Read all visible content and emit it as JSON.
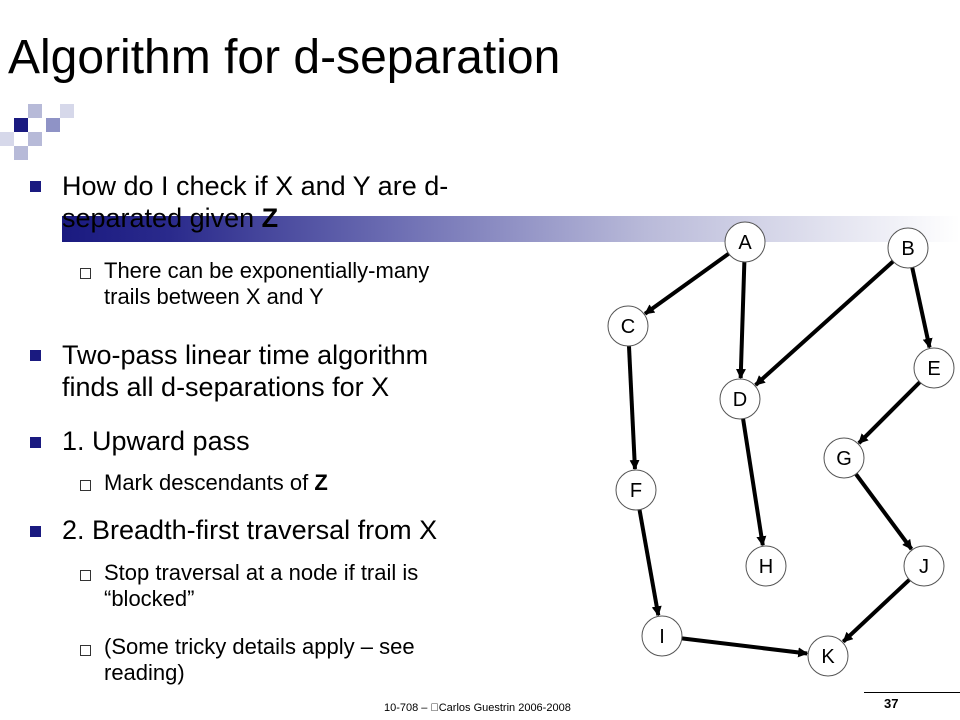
{
  "slide": {
    "title": "Algorithm for d-separation",
    "footer": "10-708 – \u0000Carlos Guestrin 2006-2008",
    "page_number": "37"
  },
  "bullets": [
    {
      "level": 1,
      "lines": [
        "How do I check if X and Y are d-",
        "separated given "
      ],
      "bold_tail": "Z"
    },
    {
      "level": 2,
      "lines": [
        "There can be exponentially-many",
        "trails between X and Y"
      ]
    },
    {
      "level": 1,
      "lines": [
        "Two-pass linear time algorithm",
        "finds all d-separations for X"
      ]
    },
    {
      "level": 1,
      "lines": [
        "1. Upward pass"
      ]
    },
    {
      "level": 2,
      "lines": [
        "Mark descendants of "
      ],
      "bold_tail": "Z"
    },
    {
      "level": 1,
      "lines": [
        "2. Breadth-first traversal from X"
      ]
    },
    {
      "level": 2,
      "lines": [
        "Stop traversal at a node if trail is",
        "“blocked”"
      ]
    },
    {
      "level": 2,
      "lines": [
        "(Some tricky details apply – see",
        "reading)"
      ]
    }
  ],
  "graph": {
    "nodes": [
      "A",
      "B",
      "C",
      "D",
      "E",
      "F",
      "G",
      "H",
      "I",
      "J",
      "K"
    ],
    "edges": [
      [
        "A",
        "C"
      ],
      [
        "A",
        "D"
      ],
      [
        "B",
        "D"
      ],
      [
        "B",
        "E"
      ],
      [
        "C",
        "F"
      ],
      [
        "D",
        "H"
      ],
      [
        "E",
        "G"
      ],
      [
        "F",
        "I"
      ],
      [
        "G",
        "J"
      ],
      [
        "I",
        "K"
      ],
      [
        "J",
        "K"
      ]
    ]
  }
}
